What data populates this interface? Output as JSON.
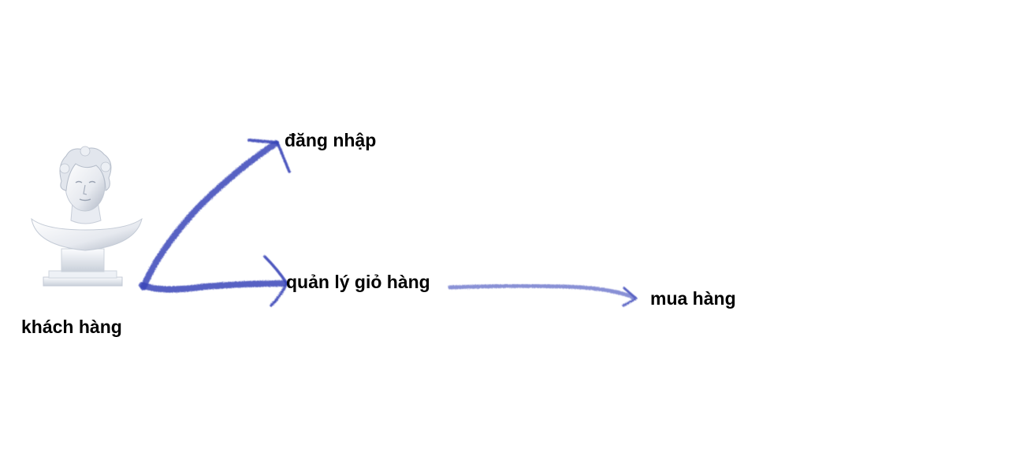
{
  "actor": {
    "label": "khách hàng",
    "icon": "bust-statue-icon"
  },
  "use_cases": {
    "login": "đăng nhập",
    "cart": "quản lý giỏ hàng",
    "buy": "mua hàng"
  },
  "colors": {
    "arrow": "#3a46b8",
    "arrow_light": "#7c84d0",
    "text": "#000000",
    "statue_light": "#f4f6fa",
    "statue_shadow": "#b9c0cc"
  }
}
